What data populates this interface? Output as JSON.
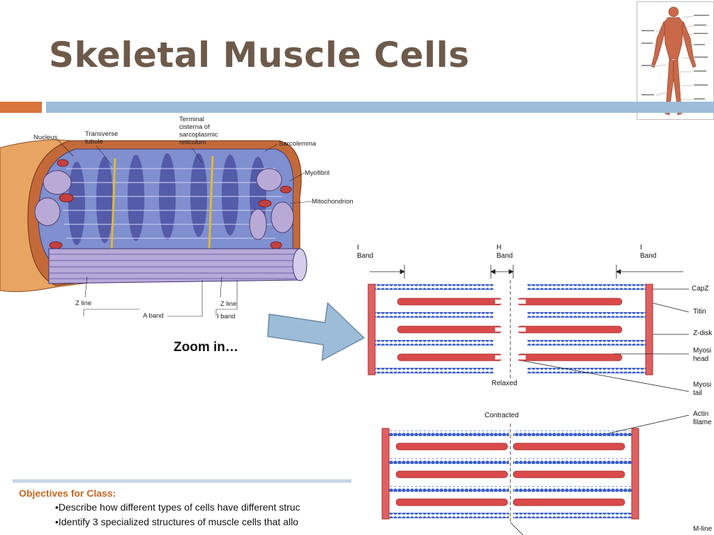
{
  "slide": {
    "title": "Skeletal Muscle Cells",
    "zoom_caption": "Zoom in…",
    "objectives": {
      "heading": "Objectives for Class:",
      "items": [
        "•Describe how different types of cells have different struc",
        "•Identify 3 specialized structures of muscle cells that allo"
      ]
    }
  },
  "cell_diagram": {
    "labels": {
      "nucleus": "Nucleus",
      "transverse_tubule": "Transverse\ntubule",
      "terminal_cisterna": "Terminal\ncisterna of\nsarcoplasmic\nreticulum",
      "sarcolemma": "Sarcolemma",
      "myofibril": "Myofibril",
      "mitochondrion": "Mitochondrion",
      "z_line_left": "Z line",
      "z_line_right": "Z line",
      "a_band": "A band",
      "i_band": "I band"
    }
  },
  "sarcomere_diagram": {
    "labels": {
      "i_band_left": "I\nBand",
      "h_band": "H\nBand",
      "i_band_right": "I\nBand",
      "capz": "CapZ",
      "titin": "Titin",
      "z_disk": "Z-disk",
      "myosin_head": "Myosi\nhead",
      "myosin_tail": "Myosi\ntail",
      "actin": "Actin\nfilame",
      "m_line": "M-line",
      "relaxed": "Relaxed",
      "contracted": "Contracted"
    }
  },
  "colors": {
    "title": "#6e5a4a",
    "accent_orange": "#d9743a",
    "accent_blue": "#9cbcd8",
    "objective_heading": "#c4661f",
    "actin_blue": "#3a5fc8",
    "myosin_red": "#d94a4a"
  }
}
